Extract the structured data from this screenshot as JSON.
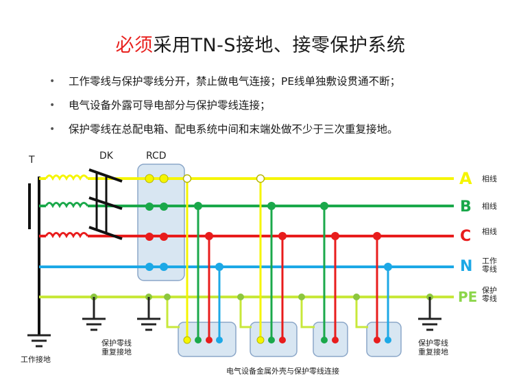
{
  "title": {
    "highlight": "必须",
    "rest": "采用TN-S接地、接零保护系统"
  },
  "bullets": [
    "工作零线与保护零线分开，禁止做电气连接；PE线单独敷设贯通不断；",
    "电气设备外露可导电部分与保护零线连接；",
    "保护零线在总配电箱、配电系统中间和末端处做不少于三次重复接地。"
  ],
  "diagram": {
    "labels": {
      "transformer": "T",
      "switch": "DK",
      "rcd": "RCD",
      "work_ground": "工作接地",
      "pe_reground_1": "保护零线\n重复接地",
      "pe_reground_2": "保护零线\n重复接地",
      "equipment": "电气设备金属外壳与保护零线连接"
    },
    "lines": [
      {
        "id": "A",
        "letter": "A",
        "desc": "相线",
        "color": "#f5f500"
      },
      {
        "id": "B",
        "letter": "B",
        "desc": "相线",
        "color": "#1aa84a"
      },
      {
        "id": "C",
        "letter": "C",
        "desc": "相线",
        "color": "#e81c1c"
      },
      {
        "id": "N",
        "letter": "N",
        "desc": "工作\n零线",
        "color": "#1ca8e6"
      },
      {
        "id": "PE",
        "letter": "PE",
        "desc": "保护\n零线",
        "color": "#8cd64a"
      }
    ],
    "colors": {
      "pe_wire": "#c8e83a",
      "box_fill": "#d8e6f2",
      "box_stroke": "#8aa6c8",
      "ground": "#222222"
    }
  }
}
